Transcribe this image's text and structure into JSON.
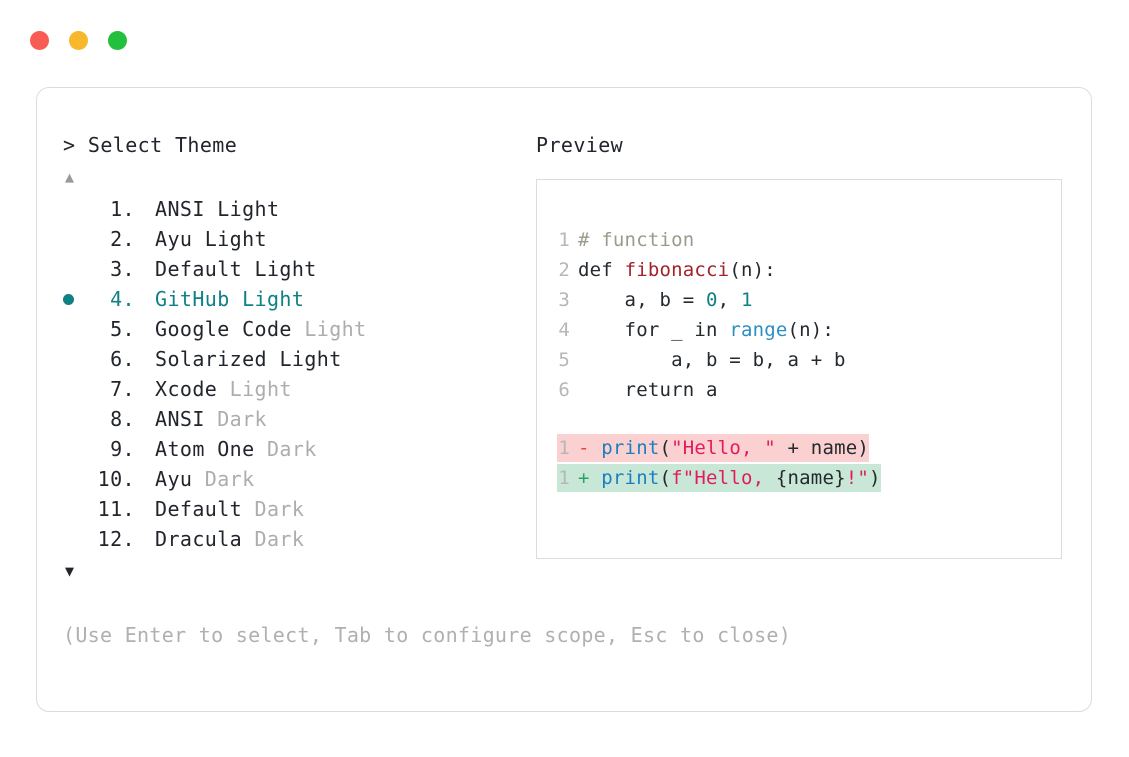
{
  "window": {
    "dots": [
      {
        "name": "close",
        "color": "#f75c55"
      },
      {
        "name": "minimize",
        "color": "#f7b82b"
      },
      {
        "name": "maximize",
        "color": "#22c03c"
      }
    ]
  },
  "selector": {
    "prompt": "> Select Theme",
    "scroll_up_icon": "▲",
    "scroll_down_icon": "▼",
    "selected_index": 4,
    "bullet_icon": "●",
    "items": [
      {
        "index": "1.",
        "name": "ANSI",
        "suffix": "Light",
        "suffix_muted": false,
        "selected": false
      },
      {
        "index": "2.",
        "name": "Ayu",
        "suffix": "Light",
        "suffix_muted": false,
        "selected": false
      },
      {
        "index": "3.",
        "name": "Default",
        "suffix": "Light",
        "suffix_muted": false,
        "selected": false
      },
      {
        "index": "4.",
        "name": "GitHub",
        "suffix": "Light",
        "suffix_muted": false,
        "selected": true
      },
      {
        "index": "5.",
        "name": "Google Code",
        "suffix": "Light",
        "suffix_muted": true,
        "selected": false
      },
      {
        "index": "6.",
        "name": "Solarized",
        "suffix": "Light",
        "suffix_muted": false,
        "selected": false
      },
      {
        "index": "7.",
        "name": "Xcode",
        "suffix": "Light",
        "suffix_muted": true,
        "selected": false
      },
      {
        "index": "8.",
        "name": "ANSI",
        "suffix": "Dark",
        "suffix_muted": true,
        "selected": false
      },
      {
        "index": "9.",
        "name": "Atom One",
        "suffix": "Dark",
        "suffix_muted": true,
        "selected": false
      },
      {
        "index": "10.",
        "name": "Ayu",
        "suffix": "Dark",
        "suffix_muted": true,
        "selected": false
      },
      {
        "index": "11.",
        "name": "Default",
        "suffix": "Dark",
        "suffix_muted": true,
        "selected": false
      },
      {
        "index": "12.",
        "name": "Dracula",
        "suffix": "Dark",
        "suffix_muted": true,
        "selected": false
      }
    ]
  },
  "preview": {
    "label": "Preview",
    "code_lines": [
      {
        "number": "1",
        "tokens": [
          {
            "t": "# function",
            "c": "comment"
          }
        ]
      },
      {
        "number": "2",
        "tokens": [
          {
            "t": "def ",
            "c": "plain"
          },
          {
            "t": "fibonacci",
            "c": "fn"
          },
          {
            "t": "(n):",
            "c": "plain"
          }
        ]
      },
      {
        "number": "3",
        "tokens": [
          {
            "t": "    a, b = ",
            "c": "plain"
          },
          {
            "t": "0",
            "c": "num"
          },
          {
            "t": ", ",
            "c": "plain"
          },
          {
            "t": "1",
            "c": "num"
          }
        ]
      },
      {
        "number": "4",
        "tokens": [
          {
            "t": "    for _ in ",
            "c": "plain"
          },
          {
            "t": "range",
            "c": "builtin"
          },
          {
            "t": "(n):",
            "c": "plain"
          }
        ]
      },
      {
        "number": "5",
        "tokens": [
          {
            "t": "        a, b = b, a + b",
            "c": "plain"
          }
        ]
      },
      {
        "number": "6",
        "tokens": [
          {
            "t": "    return a",
            "c": "plain"
          }
        ]
      }
    ],
    "diff_lines": [
      {
        "number": "1",
        "kind": "del",
        "sign": "-",
        "tokens": [
          {
            "t": "print",
            "c": "call"
          },
          {
            "t": "(",
            "c": "plain"
          },
          {
            "t": "\"Hello, \"",
            "c": "str"
          },
          {
            "t": " + name)",
            "c": "plain"
          }
        ]
      },
      {
        "number": "1",
        "kind": "add",
        "sign": "+",
        "tokens": [
          {
            "t": "print",
            "c": "call"
          },
          {
            "t": "(",
            "c": "plain"
          },
          {
            "t": "f\"Hello, ",
            "c": "str"
          },
          {
            "t": "{name}",
            "c": "plain"
          },
          {
            "t": "!\"",
            "c": "str"
          },
          {
            "t": ")",
            "c": "plain"
          }
        ]
      }
    ]
  },
  "footer": {
    "hint": "(Use Enter to select, Tab to configure scope, Esc to close)"
  }
}
